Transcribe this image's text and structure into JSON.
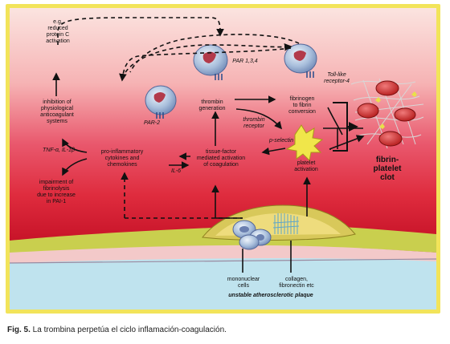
{
  "labels": {
    "reduced_protein_c": "e.g.\nreduced\nprotein C\nactivation",
    "inhibition": "inhibition of\nphysiological\nanticoagulant\nsystems",
    "tnf": "TNF-α, IL-1β",
    "impairment": "impairment of\nfibrinolysis\ndue to increase\nin PAI-1",
    "par2": "PAR-2",
    "par134": "PAR 1,3,4",
    "tlr4": "Toll-like\nreceptor-4",
    "thrombin_generation": "thrombin\ngeneration",
    "fibrinogen": "fibrinogen\nto fibrin\nconversion",
    "thrombin_receptor": "thrombin\nreceptor",
    "p_selectin": "p-selectin",
    "pro_inflammatory": "pro-inflammatory\ncytokines and\nchemokines",
    "tissue_factor": "tissue-factor\nmediated activation\nof coagulation",
    "il6": "IL-6",
    "platelet_activation": "platelet\nactivation",
    "fibrin_clot": "fibrin-\nplatelet\nclot",
    "mononuclear": "mononuclear\ncells",
    "collagen": "collagen,\nfibronectin etc",
    "plaque": "unstable atherosclerotic plaque"
  },
  "caption": {
    "fig": "Fig. 5.",
    "text": " La trombina perpetúa el ciclo inflamación-coagulación."
  }
}
